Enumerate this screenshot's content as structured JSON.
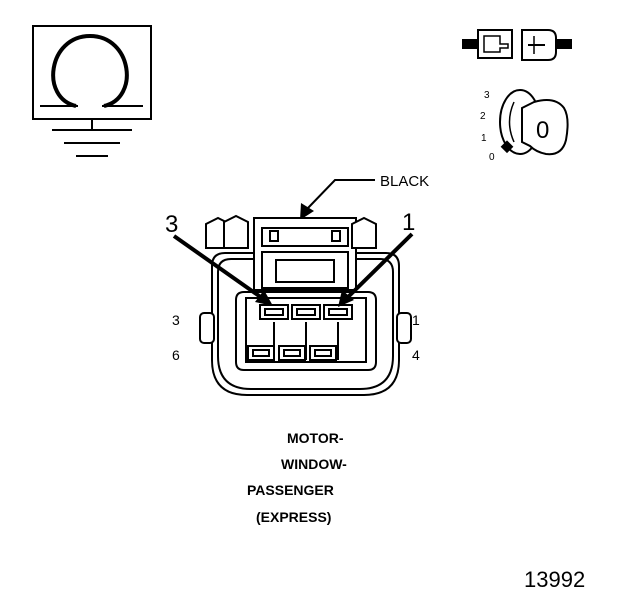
{
  "symbols": {
    "ohmmeter_icon": "ohmmeter-with-ground-icon",
    "connector_icon": "disconnected-connector-icon",
    "ignition_icon": "ignition-switch-icon"
  },
  "ignition": {
    "positions": [
      "3",
      "2",
      "1",
      "0"
    ],
    "key_label": "0"
  },
  "connector": {
    "color_label": "BLACK",
    "callout_left": "3",
    "callout_right": "1",
    "pins": {
      "top_left": "3",
      "top_right": "1",
      "bottom_left": "6",
      "bottom_right": "4"
    }
  },
  "caption": {
    "line1": "MOTOR-",
    "line2": "WINDOW-",
    "line3": "PASSENGER",
    "line4": "(EXPRESS)"
  },
  "figure_number": "13992"
}
